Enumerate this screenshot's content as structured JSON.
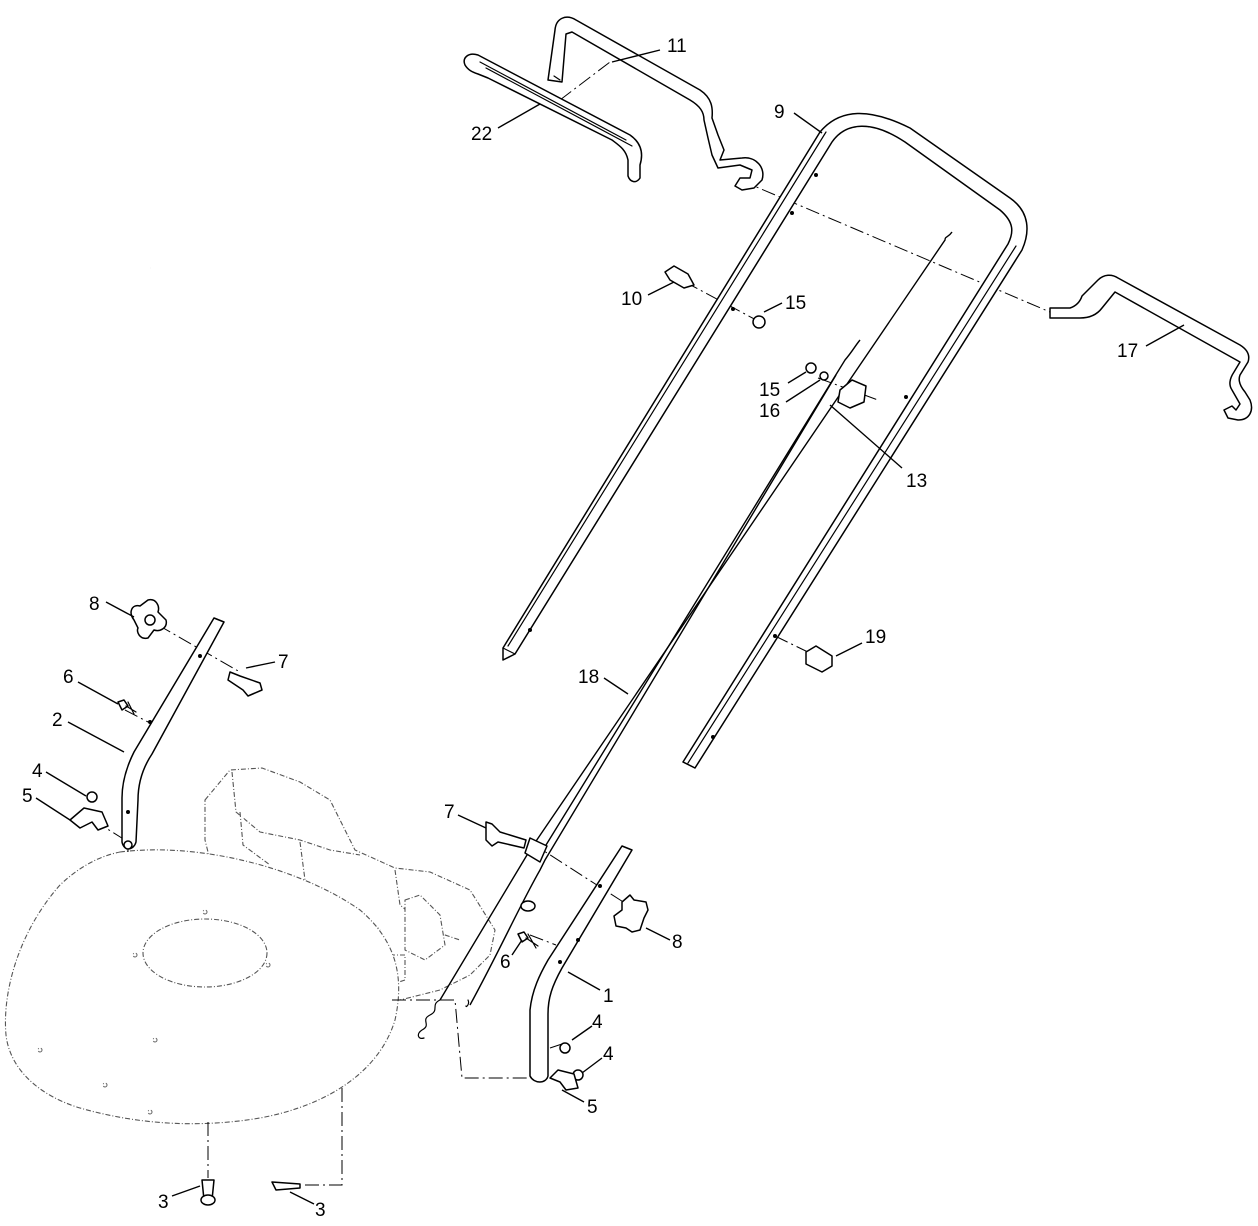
{
  "callouts": [
    {
      "id": "c1",
      "label": "1"
    },
    {
      "id": "c2",
      "label": "2"
    },
    {
      "id": "c3a",
      "label": "3"
    },
    {
      "id": "c3b",
      "label": "3"
    },
    {
      "id": "c4a",
      "label": "4"
    },
    {
      "id": "c4b",
      "label": "4"
    },
    {
      "id": "c4c",
      "label": "4"
    },
    {
      "id": "c5a",
      "label": "5"
    },
    {
      "id": "c5b",
      "label": "5"
    },
    {
      "id": "c6a",
      "label": "6"
    },
    {
      "id": "c6b",
      "label": "6"
    },
    {
      "id": "c7a",
      "label": "7"
    },
    {
      "id": "c7b",
      "label": "7"
    },
    {
      "id": "c8a",
      "label": "8"
    },
    {
      "id": "c8b",
      "label": "8"
    },
    {
      "id": "c9",
      "label": "9"
    },
    {
      "id": "c10",
      "label": "10"
    },
    {
      "id": "c11",
      "label": "11"
    },
    {
      "id": "c13",
      "label": "13"
    },
    {
      "id": "c15a",
      "label": "15"
    },
    {
      "id": "c15b",
      "label": "15"
    },
    {
      "id": "c16",
      "label": "16"
    },
    {
      "id": "c17",
      "label": "17"
    },
    {
      "id": "c18",
      "label": "18"
    },
    {
      "id": "c19",
      "label": "19"
    },
    {
      "id": "c22",
      "label": "22"
    }
  ]
}
